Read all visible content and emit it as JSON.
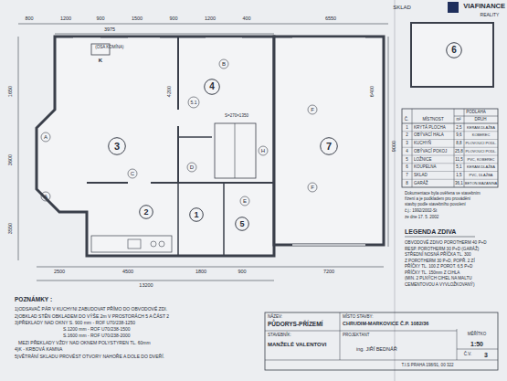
{
  "diagram": {
    "nodes": [
      {
        "text": [
          "1"
        ]
      },
      {
        "text": [
          "2"
        ]
      },
      {
        "text": [
          "3"
        ]
      },
      {
        "text": [
          "4"
        ]
      },
      {
        "text": [
          "5"
        ]
      },
      {
        "text": [
          "6"
        ]
      },
      {
        "text": [
          "7"
        ]
      }
    ],
    "labels": [
      "SKLAD",
      "VIAFINANCE",
      "REALITY",
      "800",
      "1200",
      "900",
      "1500",
      "900",
      "1200",
      "400",
      "6550",
      "3975",
      "(OSA KOMÍNA)",
      "K",
      "1650",
      "3600",
      "3550",
      "4200",
      "S=270×1350",
      "5.1",
      "A",
      "A",
      "B",
      "C",
      "D",
      "E",
      "F",
      "F",
      "H",
      "9000",
      "6400",
      "2500",
      "4500",
      "1800",
      "900",
      "7200",
      "13200",
      "PODLAHA",
      "Č.",
      "MÍSTNOST",
      "m²",
      "DRUH",
      "1",
      "KRYTÁ PLOCHA",
      "2,5",
      "KERAM.DLAŽBA",
      "2",
      "OBÝVACÍ HALA",
      "9,6",
      "KOBEREC",
      "3",
      "KUCHYŇ",
      "8,8",
      "PLOVOUCÍ PODL.",
      "4",
      "OBÝVACÍ POKOJ",
      "25,8",
      "PLOVOUCÍ PODL.",
      "5",
      "LOŽNICE",
      "11,5",
      "PVC, KOBEREC",
      "6",
      "KOUPELNA",
      "5,1",
      "KERAM.DLAŽBA",
      "7",
      "SKLAD",
      "1,5",
      "PVC, DLAŽBA",
      "8",
      "GARÁŽ",
      "36,1",
      "BETON.MAZANINA",
      "Dokumentace byla ověřena ve stavebním",
      "řízení a je podkladem pro provádění",
      "stavby podle stavebního povolení",
      "č.j.: 1992/2002-St",
      "ze dne 17. 5. 2002",
      "LEGENDA ZDIVA",
      "OBVODOVÉ ZDIVO POROTHERM 40 P+D",
      "RESP. POROTHERM 30 P+D (GARÁŽ)",
      "STŘEDNÍ NOSNÁ PŘÍČKA TL. 300",
      "Z POROTHERM 30 P+D, POPŘ. 2 ZÍ",
      "PŘÍČKY TL. 100 Z POROT. 6,5 P+D",
      "PŘÍČKY TL. 150mm Z CIHLA",
      "(MIN. 2 PLNÝCH CIHEL NA MALTU",
      "CEMENTOVOU A VYVLOŽKOVANÝ)",
      "POZNÁMKY :",
      "1)ODSAVAČ PÁR V KUCHYNI ZABUDOVAT PŘÍMO DO OBVODOVÉ ZDI.",
      "2)OBKLAD STĚN OBKLADEM DO VÝŠE 2m V PROSTORÁCH 5 A ČÁST 2",
      "3)PŘEKLADY NAD OKNY S. 900 mm - ROF U70/238-1250",
      "S.1200 mm - ROF U70/238-1500",
      "S.1600 mm - ROF U70/238-2000",
      "MEZI PŘEKLADY VŽDY NAD OKNEM POLYSTYREN TL. 60mm",
      "4)K - KRBOVÁ KAMNA",
      "5)VĚTRÁNÍ SKLADU PROVÉST OTVORY NAHOŘE A DOLE DO DVEŘÍ.",
      "NÁZEV:",
      "PŮDORYS-PŘÍZEMÍ",
      "STAVEBNÍK:",
      "MANŽELÉ VALENTOVI",
      "MÍSTO STAVBY:",
      "CHRUDIM-MARKOVICE Č.P. 1082/36",
      "PROJEKTANT",
      "ing. JIŘÍ BEDNÁŘ",
      "MĚŘÍTKO",
      "1:50",
      "Č.V.",
      "3",
      "T.I.S PRAHA 198/91, 00 322"
    ]
  }
}
